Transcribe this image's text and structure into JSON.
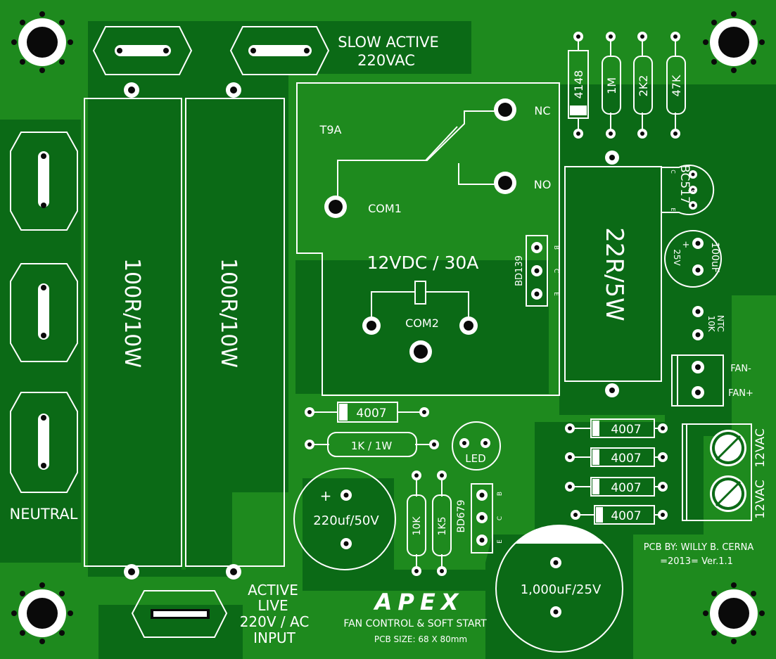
{
  "board": {
    "background": "#1e8a1e",
    "copper": "#0b6a16",
    "silkscreen": "#ffffff"
  },
  "labels": {
    "slow_active": "SLOW ACTIVE",
    "slow_active_voltage": "220VAC",
    "relay_type": "T9A",
    "nc": "NC",
    "no": "NO",
    "com1": "COM1",
    "com2": "COM2",
    "relay_rating": "12VDC / 30A",
    "resistor_left": "100R/10W",
    "resistor_right": "100R/10W",
    "neutral": "NEUTRAL",
    "active_line1": "ACTIVE",
    "active_line2": "LIVE",
    "active_line3": "220V / AC",
    "active_line4": "INPUT",
    "diode_4148": "4148",
    "res_1m": "1M",
    "res_2k2": "2K2",
    "res_47k": "47K",
    "bc517": "BC517",
    "bc517_c": "C",
    "bc517_b": "B",
    "bc517_e": "E",
    "res_22r": "22R/5W",
    "bd139": "BD139",
    "bd139_b": "B",
    "bd139_c": "C",
    "bd139_e": "E",
    "cap_100uf": "100uF",
    "cap_100uf_v": "25V",
    "cap_plus": "+",
    "ntc_line1": "NTC",
    "ntc_line2": "10K",
    "fan_minus": "FAN-",
    "fan_plus": "FAN+",
    "diode_a": "4007",
    "res_1k": "1K / 1W",
    "led": "LED",
    "diode_r1": "4007",
    "diode_r2": "4007",
    "diode_r3": "4007",
    "diode_r4": "4007",
    "vac_1": "12VAC",
    "vac_2": "12VAC",
    "cap_220": "220uf/50V",
    "cap_220_plus": "+",
    "res_10k": "10K",
    "res_1k5": "1K5",
    "bd679": "BD679",
    "bd679_b": "B",
    "bd679_c": "C",
    "bd679_e": "E",
    "cap_1000": "1,000uF/25V",
    "credit1": "PCB BY: WILLY B. CERNA",
    "credit2": "=2013= Ver.1.1",
    "logo": "APEX",
    "subtitle": "FAN CONTROL & SOFT START",
    "size": "PCB SIZE: 68 X 80mm"
  }
}
